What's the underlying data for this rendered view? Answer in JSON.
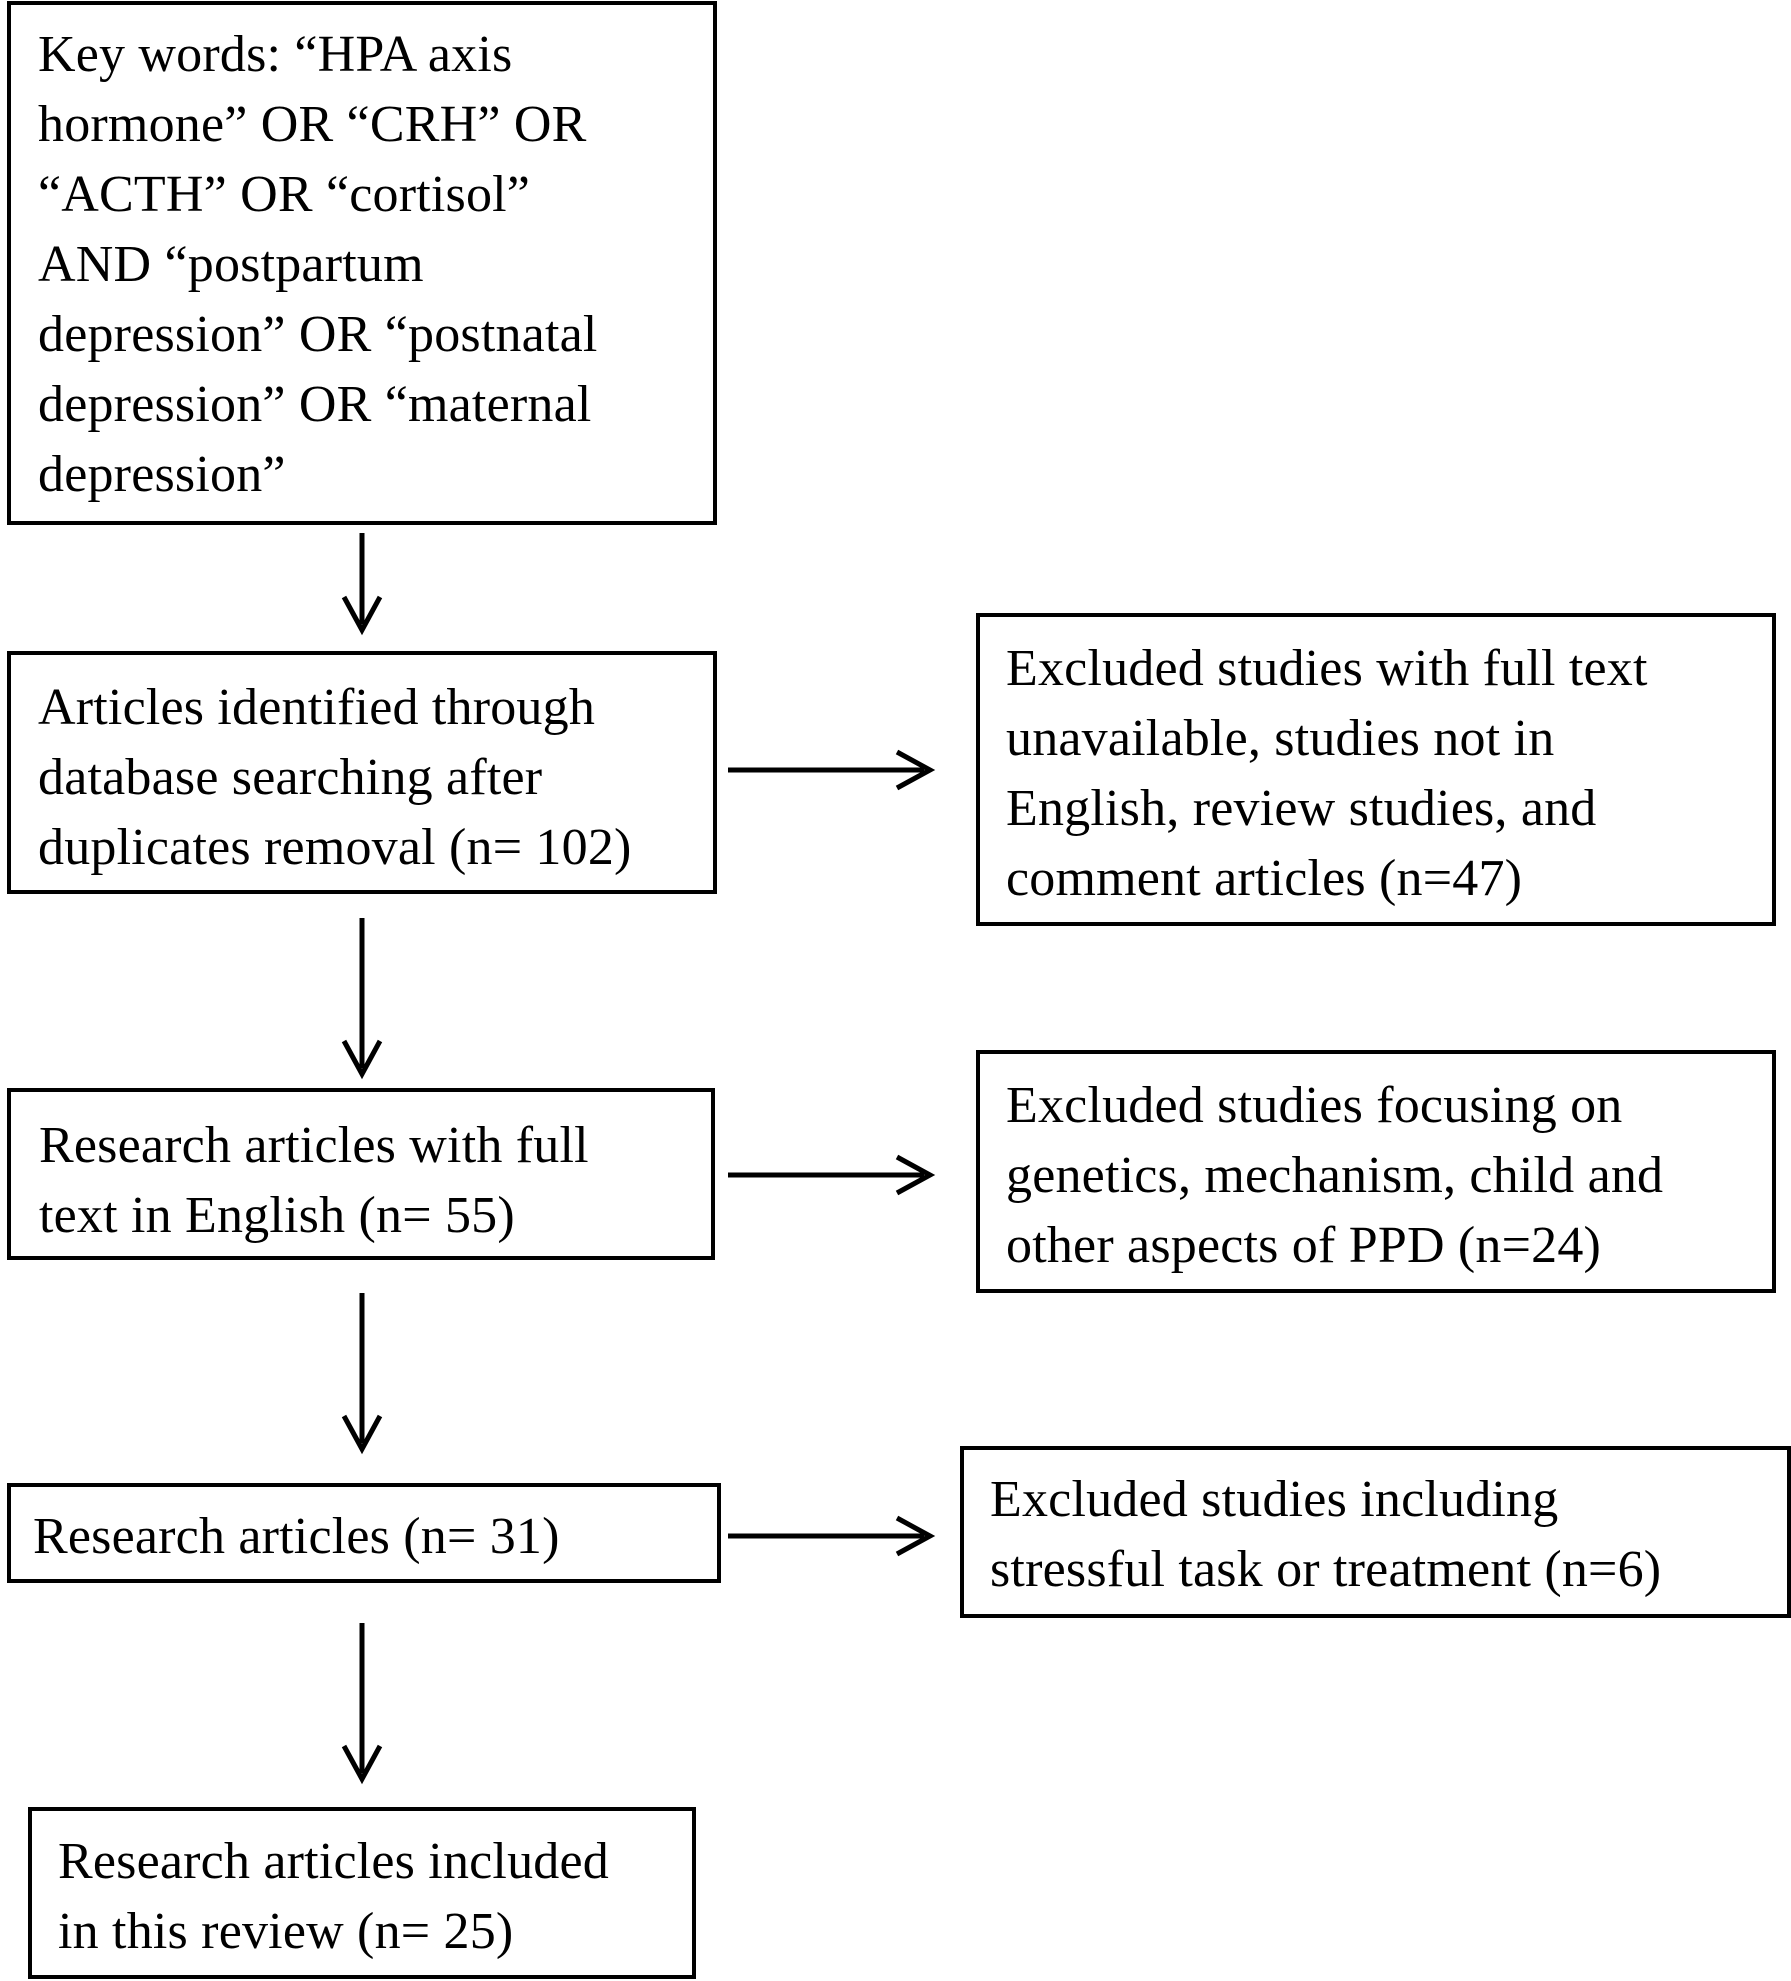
{
  "boxes": {
    "keywords": {
      "lines": [
        "Key words: “HPA axis",
        "hormone” OR “CRH” OR",
        "“ACTH” OR “cortisol”",
        "AND “postpartum",
        "depression” OR “postnatal",
        "depression” OR “maternal",
        "depression”"
      ]
    },
    "identified": {
      "lines": [
        "Articles identified through",
        "database searching after",
        "duplicates removal (n= 102)"
      ]
    },
    "excluded_1": {
      "lines": [
        "Excluded studies with full text",
        "unavailable, studies not in",
        "English, review studies, and",
        "comment articles  (n=47)"
      ]
    },
    "full_text": {
      "lines": [
        "Research articles with full",
        "text in English (n= 55)"
      ]
    },
    "excluded_2": {
      "lines": [
        "Excluded studies focusing on",
        "genetics, mechanism, child and",
        "other aspects of PPD (n=24)"
      ]
    },
    "research": {
      "lines": [
        "Research articles (n= 31)"
      ]
    },
    "excluded_3": {
      "lines": [
        "Excluded studies including",
        "stressful task or treatment (n=6)"
      ]
    },
    "included": {
      "lines": [
        "Research articles included",
        "in this review (n= 25)"
      ]
    }
  }
}
